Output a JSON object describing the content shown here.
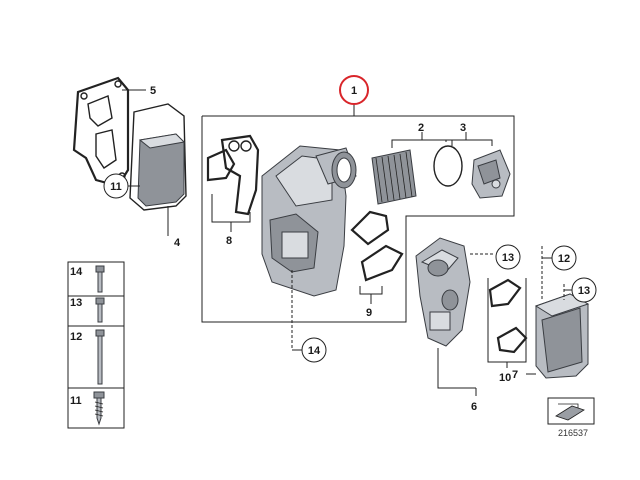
{
  "diagram": {
    "labels": {
      "p1": "1",
      "p2": "2",
      "p3": "3",
      "p4": "4",
      "p5": "5",
      "p6": "6",
      "p7": "7",
      "p8": "8",
      "p9": "9",
      "p10": "10",
      "p11": "11",
      "p12": "12",
      "p13": "13",
      "p14": "14"
    },
    "legend": {
      "row14": "14",
      "row13": "13",
      "row12": "12",
      "row11": "11"
    },
    "reference_number": "216537"
  }
}
